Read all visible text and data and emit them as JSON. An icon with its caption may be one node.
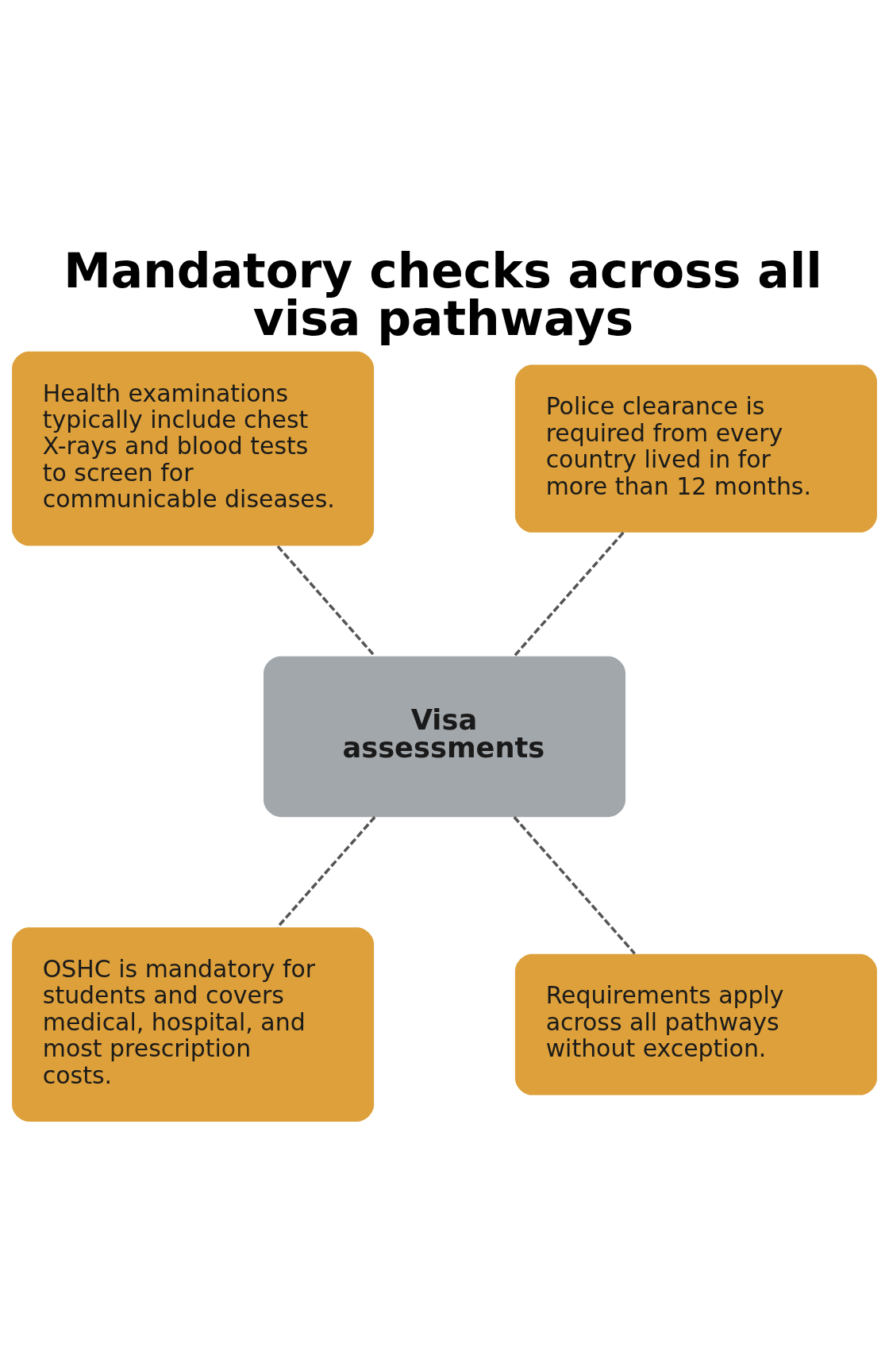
{
  "diagram": {
    "title": "Mandatory checks across all visa pathways",
    "nodes": [
      {
        "text": [
          "Health examinations typically include chest X-rays and blood tests to screen for communicable diseases."
        ]
      },
      {
        "text": [
          "Police clearance is required from every country lived in for more than 12 months."
        ]
      },
      {
        "text": [
          "Visa assessments"
        ]
      },
      {
        "text": [
          "OSHC is mandatory for students and covers medical, hospital, and most prescription costs."
        ]
      },
      {
        "text": [
          "Requirements apply across all pathways without exception."
        ]
      }
    ],
    "edges": [
      {
        "from": 0,
        "to": 2,
        "arrow": "none",
        "style": "dashed"
      },
      {
        "from": 1,
        "to": 2,
        "arrow": "none",
        "style": "dashed"
      },
      {
        "from": 2,
        "to": 3,
        "arrow": "none",
        "style": "dashed"
      },
      {
        "from": 2,
        "to": 4,
        "arrow": "none",
        "style": "dashed"
      }
    ]
  }
}
